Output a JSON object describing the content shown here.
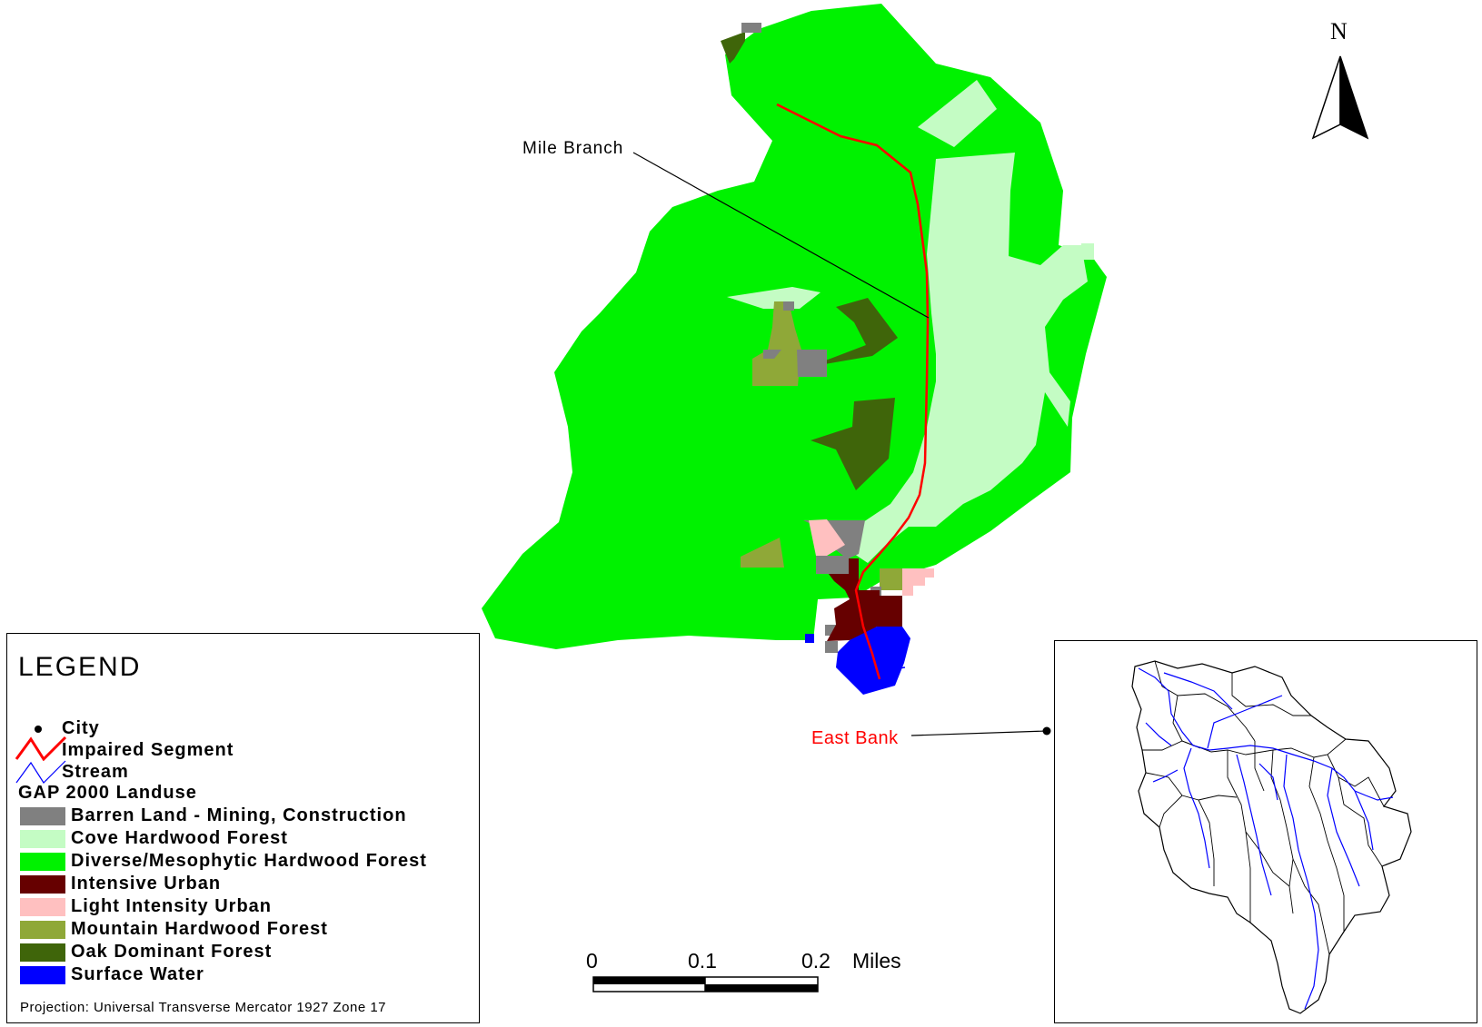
{
  "map": {
    "labels": {
      "mile_branch": "Mile Branch",
      "east_bank": "East Bank"
    },
    "colors": {
      "barren": "#808080",
      "cove": "#c4fcc4",
      "diverse": "#00f200",
      "urban": "#660000",
      "light_urban": "#ffc0c0",
      "mountain": "#8fa838",
      "oak": "#3f650a",
      "water": "#0000ff",
      "impaired": "#ff0000",
      "stream": "#0000ff",
      "east_bank_label": "#ff0000"
    }
  },
  "north_arrow": {
    "letter": "N"
  },
  "scale_bar": {
    "ticks": [
      "0",
      "0.1",
      "0.2"
    ],
    "unit": "Miles"
  },
  "legend": {
    "title": "LEGEND",
    "city": "City",
    "impaired": "Impaired Segment",
    "stream": "Stream",
    "landuse_heading": "GAP 2000 Landuse",
    "landuse": [
      {
        "label": "Barren Land - Mining, Construction",
        "color": "#808080"
      },
      {
        "label": "Cove Hardwood Forest",
        "color": "#c4fcc4"
      },
      {
        "label": "Diverse/Mesophytic Hardwood Forest",
        "color": "#00f200"
      },
      {
        "label": "Intensive Urban",
        "color": "#660000"
      },
      {
        "label": "Light Intensity Urban",
        "color": "#ffc0c0"
      },
      {
        "label": "Mountain Hardwood Forest",
        "color": "#8fa838"
      },
      {
        "label": "Oak Dominant Forest",
        "color": "#3f650a"
      },
      {
        "label": "Surface Water",
        "color": "#0000ff"
      }
    ],
    "projection": "Projection: Universal Transverse Mercator 1927 Zone 17"
  }
}
